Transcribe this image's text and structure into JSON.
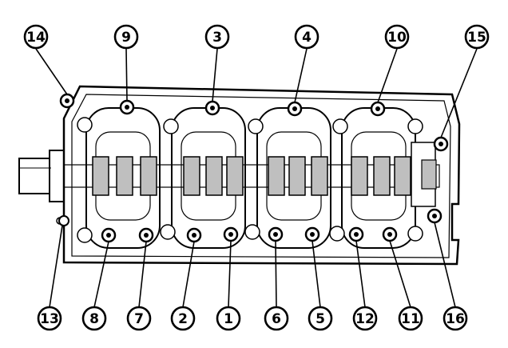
{
  "diagram": {
    "colors": {
      "ink": "#000000",
      "paper": "#ffffff",
      "shade": "#bfbfbf"
    },
    "bolt_labels": [
      "1",
      "2",
      "3",
      "4",
      "5",
      "6",
      "7",
      "8",
      "9",
      "10",
      "11",
      "12",
      "13",
      "14",
      "15",
      "16"
    ]
  }
}
